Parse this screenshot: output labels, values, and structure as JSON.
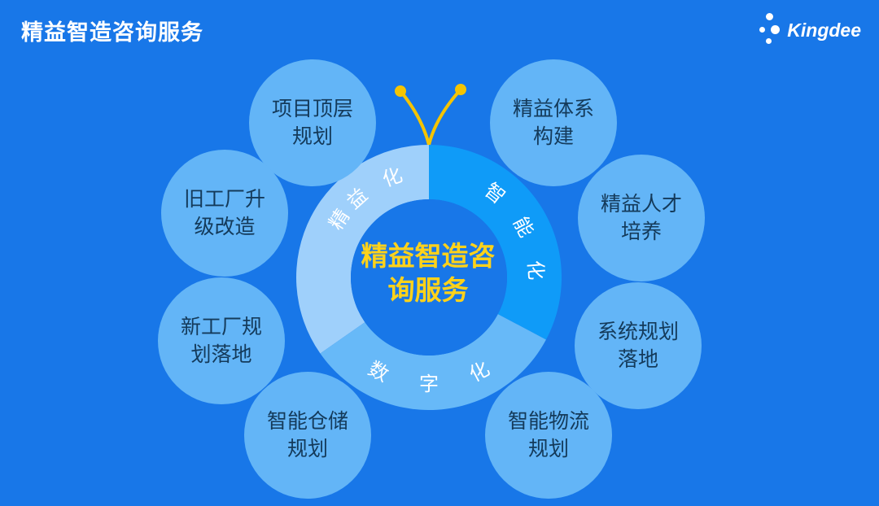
{
  "header": {
    "title": "精益智造咨询服务",
    "logo_text": "Kingdee"
  },
  "center": {
    "title": "精益智造咨询服务"
  },
  "ring": {
    "segments": [
      {
        "label": "精益化",
        "color": "#9fd0fb"
      },
      {
        "label": "智能化",
        "color": "#0f9bf8"
      },
      {
        "label": "数字化",
        "color": "#67b9f8"
      }
    ]
  },
  "bubbles": [
    {
      "text": "项目顶层规划"
    },
    {
      "text": "旧工厂升级改造"
    },
    {
      "text": "新工厂规划落地"
    },
    {
      "text": "智能仓储规划"
    },
    {
      "text": "精益体系构建"
    },
    {
      "text": "精益人才培养"
    },
    {
      "text": "系统规划落地"
    },
    {
      "text": "智能物流规划"
    }
  ],
  "colors": {
    "background": "#1877e8",
    "bubble": "#63b5f7",
    "center_text": "#ffd21a",
    "antenna": "#f5c400"
  }
}
